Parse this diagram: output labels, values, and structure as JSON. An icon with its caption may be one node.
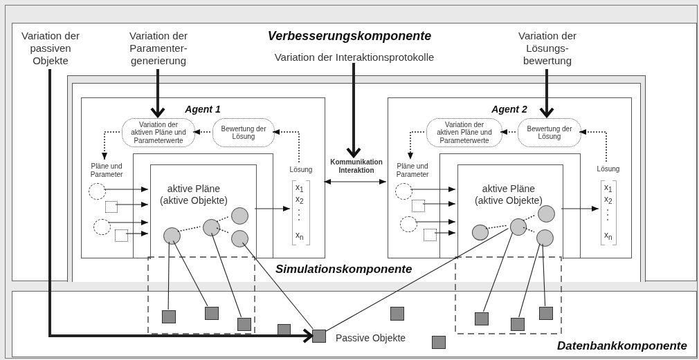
{
  "diagram": {
    "nodes": [
      {
        "text": [
          "Verbesserungskomponente"
        ]
      },
      {
        "text": [
          "Variation der passiven Objekte"
        ],
        "in": 0
      },
      {
        "text": [
          "Variation der Paramenter- generierung"
        ],
        "in": 0
      },
      {
        "text": [
          "Variation der Interaktionsprotokolle"
        ],
        "in": 0
      },
      {
        "text": [
          "Variation der Lösungs- bewertung"
        ],
        "in": 0
      },
      {
        "text": [
          "Simulationskomponente"
        ],
        "in": 0
      },
      {
        "text": [
          "Agent 1"
        ],
        "in": 5
      },
      {
        "text": [
          "Variation der aktiven Pläne und Parameterwerte"
        ],
        "in": 6
      },
      {
        "text": [
          "Bewertung der Lösung"
        ],
        "in": 6
      },
      {
        "text": [
          "Pläne und Parameter"
        ],
        "in": 6
      },
      {
        "text": [
          "Lösung"
        ],
        "in": 6
      },
      {
        "text": [
          "x$_{1}$",
          "x$_{2}$",
          "x$_{n}$"
        ],
        "in": 6
      },
      {
        "text": [
          "aktive Pläne (aktive Objekte)"
        ],
        "in": 6
      },
      {
        "text": [],
        "shape": "circle",
        "in": 6
      },
      {
        "text": [],
        "shape": "box",
        "in": 6
      },
      {
        "text": [],
        "shape": "circle",
        "in": 6
      },
      {
        "text": [],
        "shape": "box",
        "in": 6
      },
      {
        "text": [],
        "shape": "circle",
        "in": 12
      },
      {
        "text": [],
        "shape": "circle",
        "in": 12
      },
      {
        "text": [],
        "shape": "circle",
        "in": 12
      },
      {
        "text": [],
        "shape": "circle",
        "in": 12
      },
      {
        "text": [
          "Agent 2"
        ],
        "in": 5
      },
      {
        "text": [
          "Variation der aktiven Pläne und Parameterwerte"
        ],
        "in": 21
      },
      {
        "text": [
          "Bewertung der Lösung"
        ],
        "in": 21
      },
      {
        "text": [
          "Pläne und Parameter"
        ],
        "in": 21
      },
      {
        "text": [
          "Lösung"
        ],
        "in": 21
      },
      {
        "text": [
          "x$_{1}$",
          "x$_{2}$",
          "x$_{n}$"
        ],
        "in": 21
      },
      {
        "text": [
          "aktive Pläne (aktive Objekte)"
        ],
        "in": 21
      },
      {
        "text": [],
        "shape": "circle",
        "in": 21
      },
      {
        "text": [],
        "shape": "box",
        "in": 21
      },
      {
        "text": [],
        "shape": "circle",
        "in": 21
      },
      {
        "text": [],
        "shape": "box",
        "in": 21
      },
      {
        "text": [],
        "shape": "circle",
        "in": 27
      },
      {
        "text": [],
        "shape": "circle",
        "in": 27
      },
      {
        "text": [],
        "shape": "circle",
        "in": 27
      },
      {
        "text": [],
        "shape": "circle",
        "in": 27
      },
      {
        "text": [
          "Kommunikation Interaktion"
        ],
        "in": 5
      },
      {
        "text": [
          "Datenbankkomponente"
        ]
      },
      {
        "text": [],
        "shape": "box",
        "in": 37
      },
      {
        "text": [],
        "shape": "box",
        "in": 37
      },
      {
        "text": [],
        "shape": "box",
        "in": 37
      },
      {
        "text": [],
        "shape": "box",
        "in": 37
      },
      {
        "text": [],
        "shape": "box",
        "in": 37
      },
      {
        "text": [],
        "shape": "box",
        "in": 37
      },
      {
        "text": [],
        "shape": "box",
        "in": 37
      },
      {
        "text": [],
        "shape": "box",
        "in": 37
      },
      {
        "text": [],
        "shape": "box",
        "in": 37
      },
      {
        "text": [],
        "shape": "box",
        "in": 37
      }
    ],
    "edges": [
      {
        "from": 1,
        "to": 42,
        "arrow": "to",
        "style": "thick"
      },
      {
        "from": 2,
        "to": 7,
        "arrow": "to",
        "style": "thick"
      },
      {
        "from": 3,
        "to": 36,
        "arrow": "to",
        "style": "thick"
      },
      {
        "from": 4,
        "to": 23,
        "arrow": "to",
        "style": "thick"
      },
      {
        "from": 8,
        "to": 7,
        "arrow": "to",
        "style": "dashed"
      },
      {
        "from": 10,
        "to": 8,
        "arrow": "to",
        "style": "dashed"
      },
      {
        "from": 7,
        "to": 9,
        "arrow": "to",
        "style": "dashed"
      },
      {
        "from": 13,
        "to": 12,
        "arrow": "to"
      },
      {
        "from": 14,
        "to": 12,
        "arrow": "to"
      },
      {
        "from": 15,
        "to": 12,
        "arrow": "to"
      },
      {
        "from": 16,
        "to": 12,
        "arrow": "to"
      },
      {
        "from": 12,
        "to": 11,
        "arrow": "to"
      },
      {
        "from": 17,
        "to": 18,
        "arrow": "none",
        "style": "dashed"
      },
      {
        "from": 18,
        "to": 19,
        "arrow": "none",
        "style": "dashed"
      },
      {
        "from": 18,
        "to": 20,
        "arrow": "none",
        "style": "dashed"
      },
      {
        "from": 17,
        "to": 38,
        "arrow": "none"
      },
      {
        "from": 17,
        "to": 39,
        "arrow": "none"
      },
      {
        "from": 18,
        "to": 40,
        "arrow": "none"
      },
      {
        "from": 20,
        "to": 42,
        "arrow": "none"
      },
      {
        "from": 6,
        "to": 21,
        "arrow": "both"
      },
      {
        "from": 23,
        "to": 22,
        "arrow": "to",
        "style": "dashed"
      },
      {
        "from": 25,
        "to": 23,
        "arrow": "to",
        "style": "dashed"
      },
      {
        "from": 22,
        "to": 24,
        "arrow": "to",
        "style": "dashed"
      },
      {
        "from": 28,
        "to": 27,
        "arrow": "to"
      },
      {
        "from": 29,
        "to": 27,
        "arrow": "to"
      },
      {
        "from": 30,
        "to": 27,
        "arrow": "to"
      },
      {
        "from": 31,
        "to": 27,
        "arrow": "to"
      },
      {
        "from": 27,
        "to": 26,
        "arrow": "to"
      },
      {
        "from": 32,
        "to": 33,
        "arrow": "none",
        "style": "dashed"
      },
      {
        "from": 33,
        "to": 34,
        "arrow": "none",
        "style": "dashed"
      },
      {
        "from": 33,
        "to": 35,
        "arrow": "none",
        "style": "dashed"
      },
      {
        "from": 33,
        "to": 42,
        "arrow": "none"
      },
      {
        "from": 33,
        "to": 45,
        "arrow": "none"
      },
      {
        "from": 35,
        "to": 46,
        "arrow": "none"
      },
      {
        "from": 35,
        "to": 47,
        "arrow": "none"
      }
    ],
    "labels": [
      "Passive Objekte"
    ]
  }
}
